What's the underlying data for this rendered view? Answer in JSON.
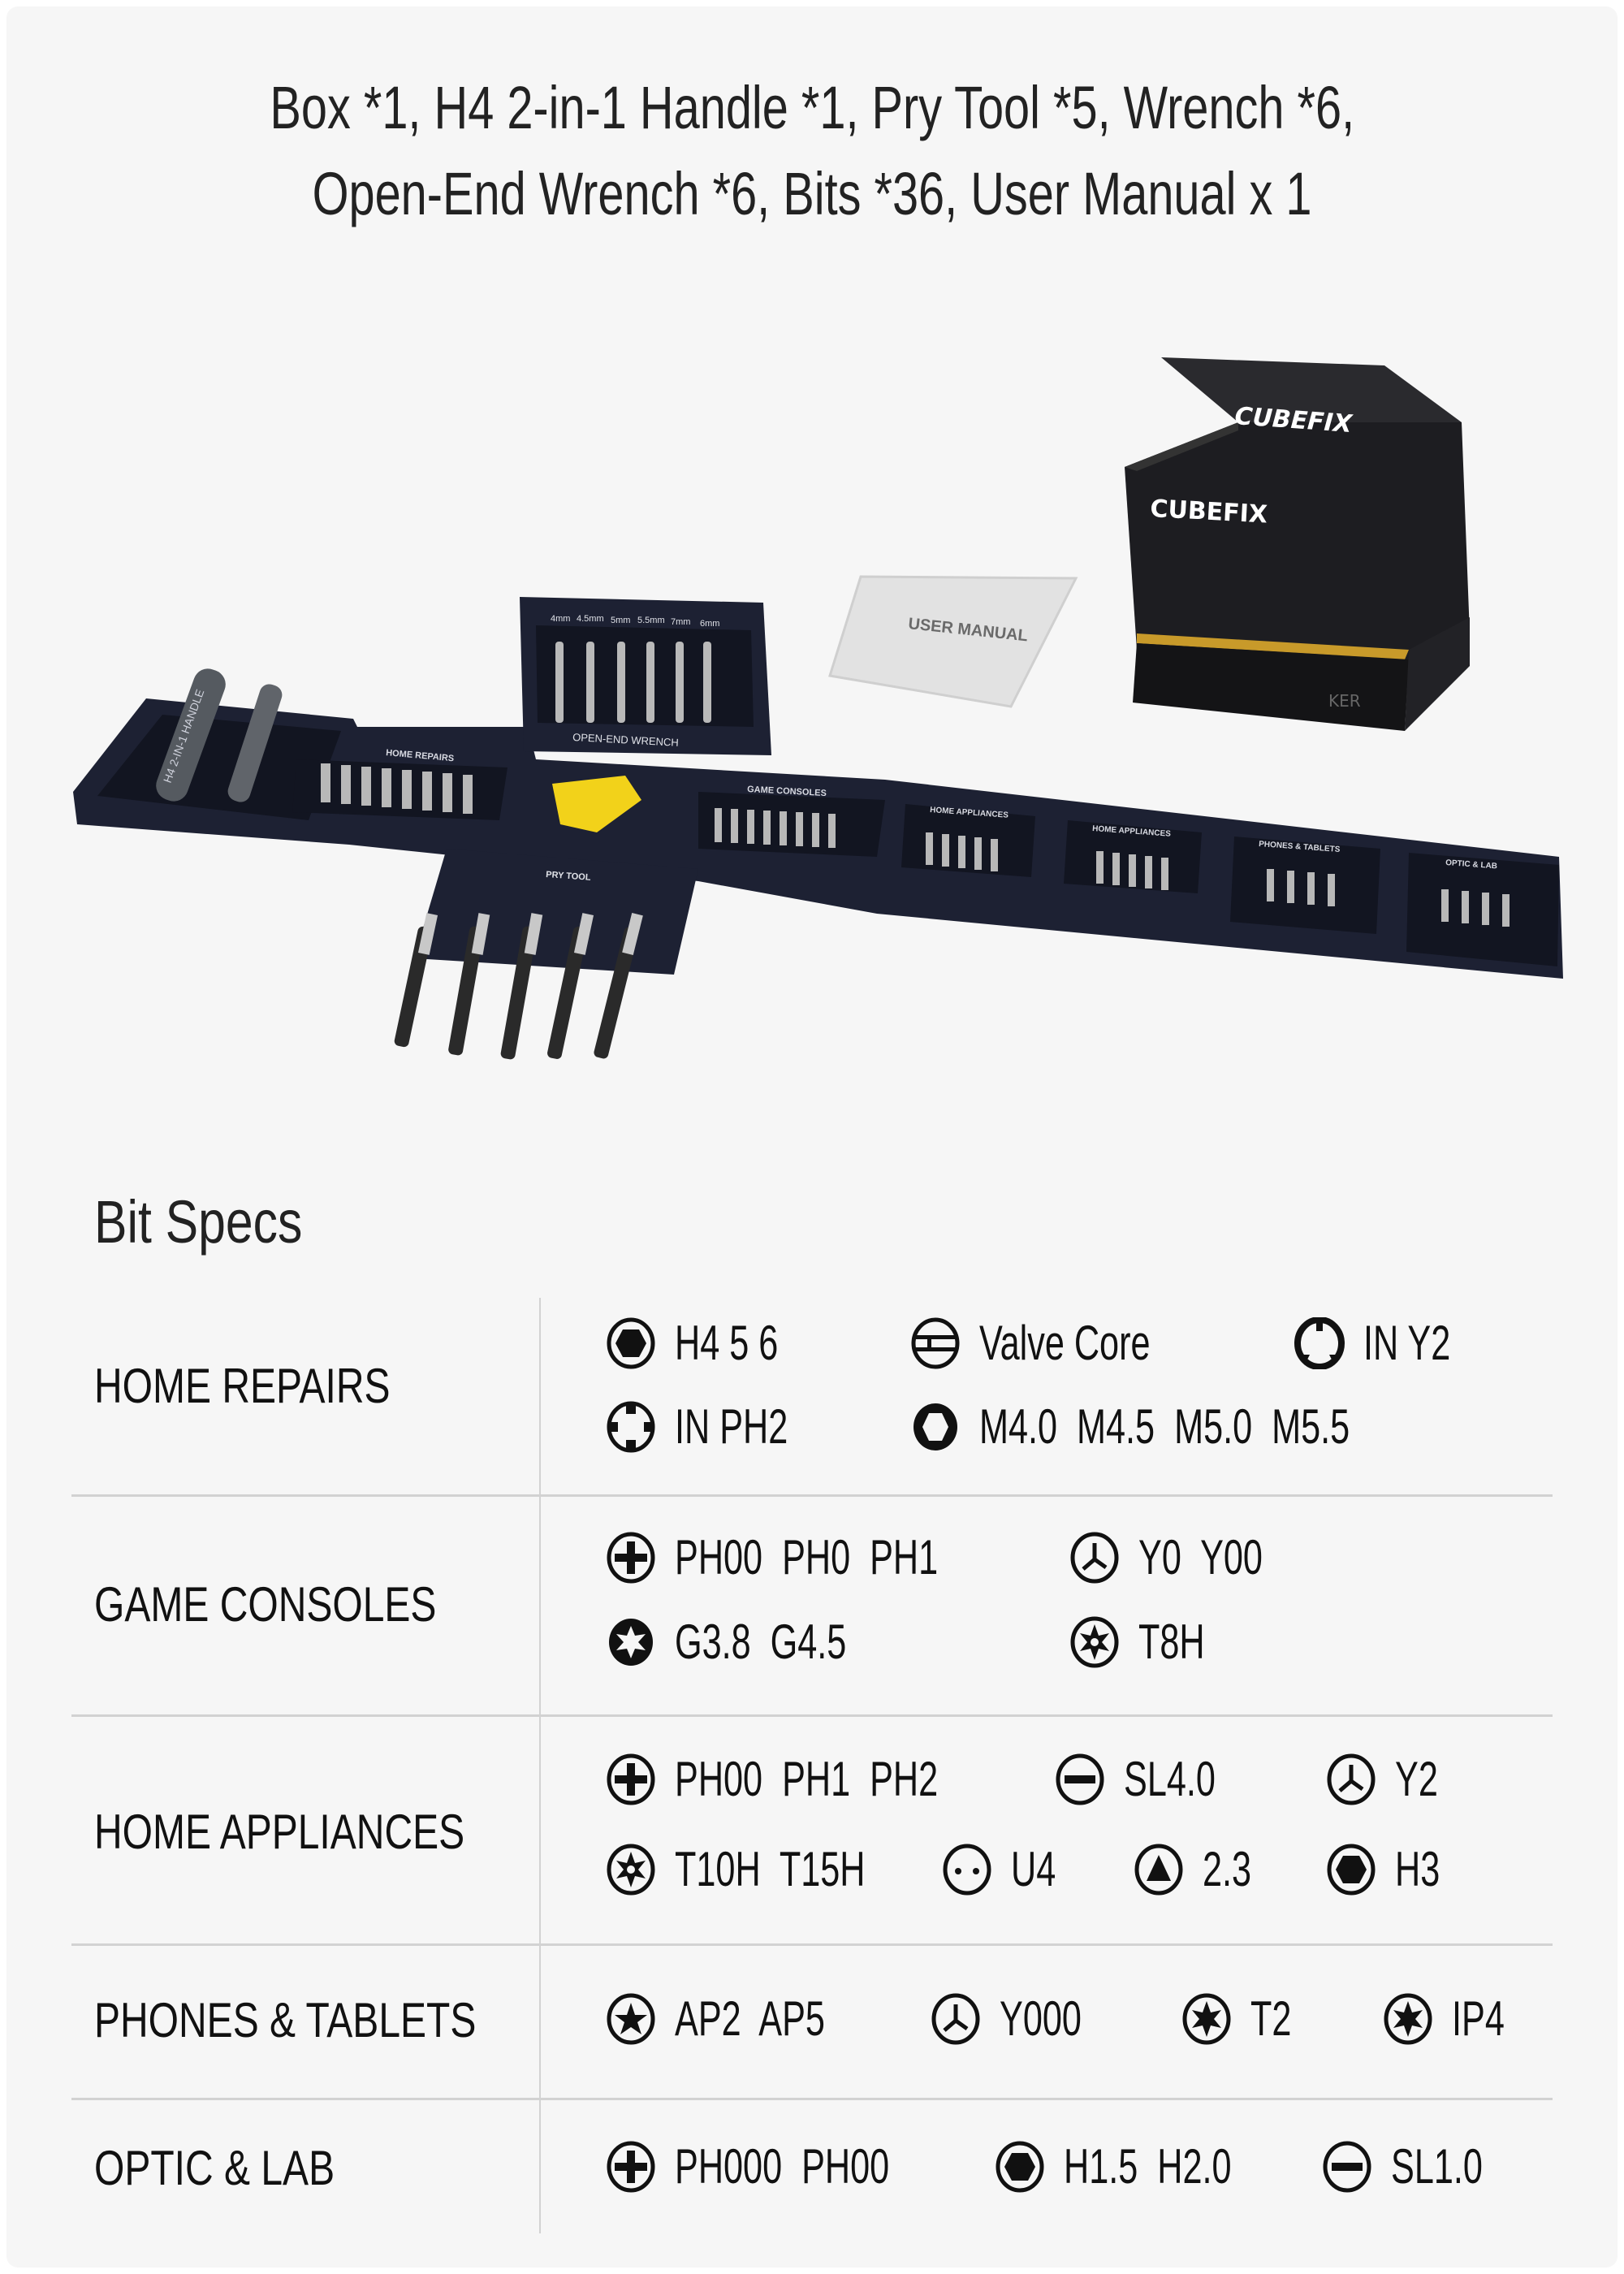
{
  "header": {
    "line1": "Box *1, H4 2-in-1 Handle *1, Pry Tool *5, Wrench *6,",
    "line2": "Open-End Wrench *6, Bits *36, User Manual x 1"
  },
  "product": {
    "brand_logo": "CUBEFIX",
    "box_side_logo": "KER",
    "manual_label": "USER MANUAL",
    "handle_label": "H4 2-IN-1 HANDLE",
    "home_repairs_label": "HOME REPAIRS",
    "open_end_wrench_label": "OPEN-END WRENCH",
    "wrench_sizes": [
      "4mm",
      "4.5mm",
      "5mm",
      "5.5mm",
      "7mm",
      "6mm"
    ],
    "pry_tool_label": "PRY TOOL",
    "game_consoles_label": "GAME CONSOLES",
    "home_appliances_label_1": "HOME APPLIANCES",
    "home_appliances_label_2": "HOME APPLIANCES",
    "phones_tablets_label": "PHONES & TABLETS",
    "optic_lab_label": "OPTIC & LAB",
    "colors": {
      "tray": "#1d2133",
      "box": "#1e1e22",
      "gold": "#c89a2a",
      "pry": "#f2d21a"
    }
  },
  "specs": {
    "title": "Bit Specs",
    "rows": [
      {
        "category": "HOME REPAIRS",
        "items": [
          {
            "icon": "hex-filled-icon",
            "text": "H4 5 6"
          },
          {
            "icon": "valve-core-icon",
            "text": "Valve Core"
          },
          {
            "icon": "in-y2-icon",
            "text": "IN Y2"
          },
          {
            "icon": "in-ph2-icon",
            "text": "IN PH2"
          },
          {
            "icon": "hex-socket-icon",
            "text": "M4.0  M4.5  M5.0  M5.5"
          }
        ]
      },
      {
        "category": "GAME CONSOLES",
        "items": [
          {
            "icon": "phillips-icon",
            "text": "PH00  PH0  PH1"
          },
          {
            "icon": "tri-wing-icon",
            "text": "Y0  Y00"
          },
          {
            "icon": "star-socket-icon",
            "text": "G3.8  G4.5"
          },
          {
            "icon": "torx-security-icon",
            "text": "T8H"
          }
        ]
      },
      {
        "category": "HOME APPLIANCES",
        "items": [
          {
            "icon": "phillips-icon",
            "text": "PH00  PH1  PH2"
          },
          {
            "icon": "slotted-icon",
            "text": "SL4.0"
          },
          {
            "icon": "tri-wing-icon",
            "text": "Y2"
          },
          {
            "icon": "torx-security-icon",
            "text": "T10H  T15H"
          },
          {
            "icon": "u-type-icon",
            "text": "U4"
          },
          {
            "icon": "triangle-icon",
            "text": "2.3"
          },
          {
            "icon": "hex-filled-icon",
            "text": "H3"
          }
        ]
      },
      {
        "category": "PHONES & TABLETS",
        "items": [
          {
            "icon": "pentalobe-icon",
            "text": "AP2  AP5"
          },
          {
            "icon": "tri-wing-icon",
            "text": "Y000"
          },
          {
            "icon": "torx-icon",
            "text": "T2"
          },
          {
            "icon": "torx-icon",
            "text": "IP4"
          }
        ]
      },
      {
        "category": "OPTIC & LAB",
        "items": [
          {
            "icon": "phillips-icon",
            "text": "PH000  PH00"
          },
          {
            "icon": "hex-filled-icon",
            "text": "H1.5  H2.0"
          },
          {
            "icon": "slotted-icon",
            "text": "SL1.0"
          }
        ]
      }
    ]
  }
}
